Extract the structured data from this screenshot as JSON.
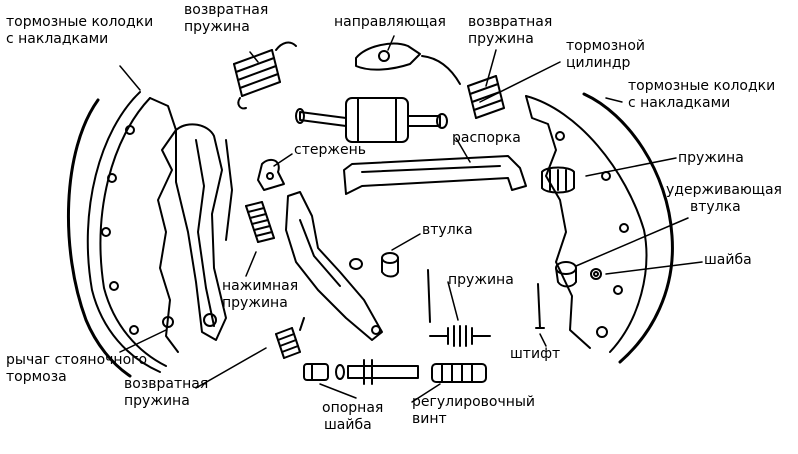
{
  "labels": {
    "shoes_left": [
      "тормозные колодки",
      "с накладками"
    ],
    "return_spring_top": [
      "возвратная",
      "пружина"
    ],
    "guide": "направляющая",
    "return_spring_mid": [
      "возвратная",
      "пружина"
    ],
    "wheel_cylinder": [
      "тормозной",
      "цилиндр"
    ],
    "shoes_right": [
      "тормозные колодки",
      "с накладками"
    ],
    "strut": "распорка",
    "rod": "стержень",
    "spring_right": "пружина",
    "retaining_sleeve": [
      "удерживающая",
      "втулка"
    ],
    "bushing": "втулка",
    "washer": "шайба",
    "spring_bottom": "пружина",
    "pressure_spring": [
      "нажимная",
      "пружина"
    ],
    "parking_lever": [
      "рычаг стояночного",
      "тормоза"
    ],
    "return_spring_bottom": [
      "возвратная",
      "пружина"
    ],
    "pin": "штифт",
    "support_washer": [
      "опорная",
      "шайба"
    ],
    "adjusting_screw": [
      "регулировочный",
      "винт"
    ]
  },
  "colors": {
    "line": "#000000",
    "background": "#ffffff"
  }
}
